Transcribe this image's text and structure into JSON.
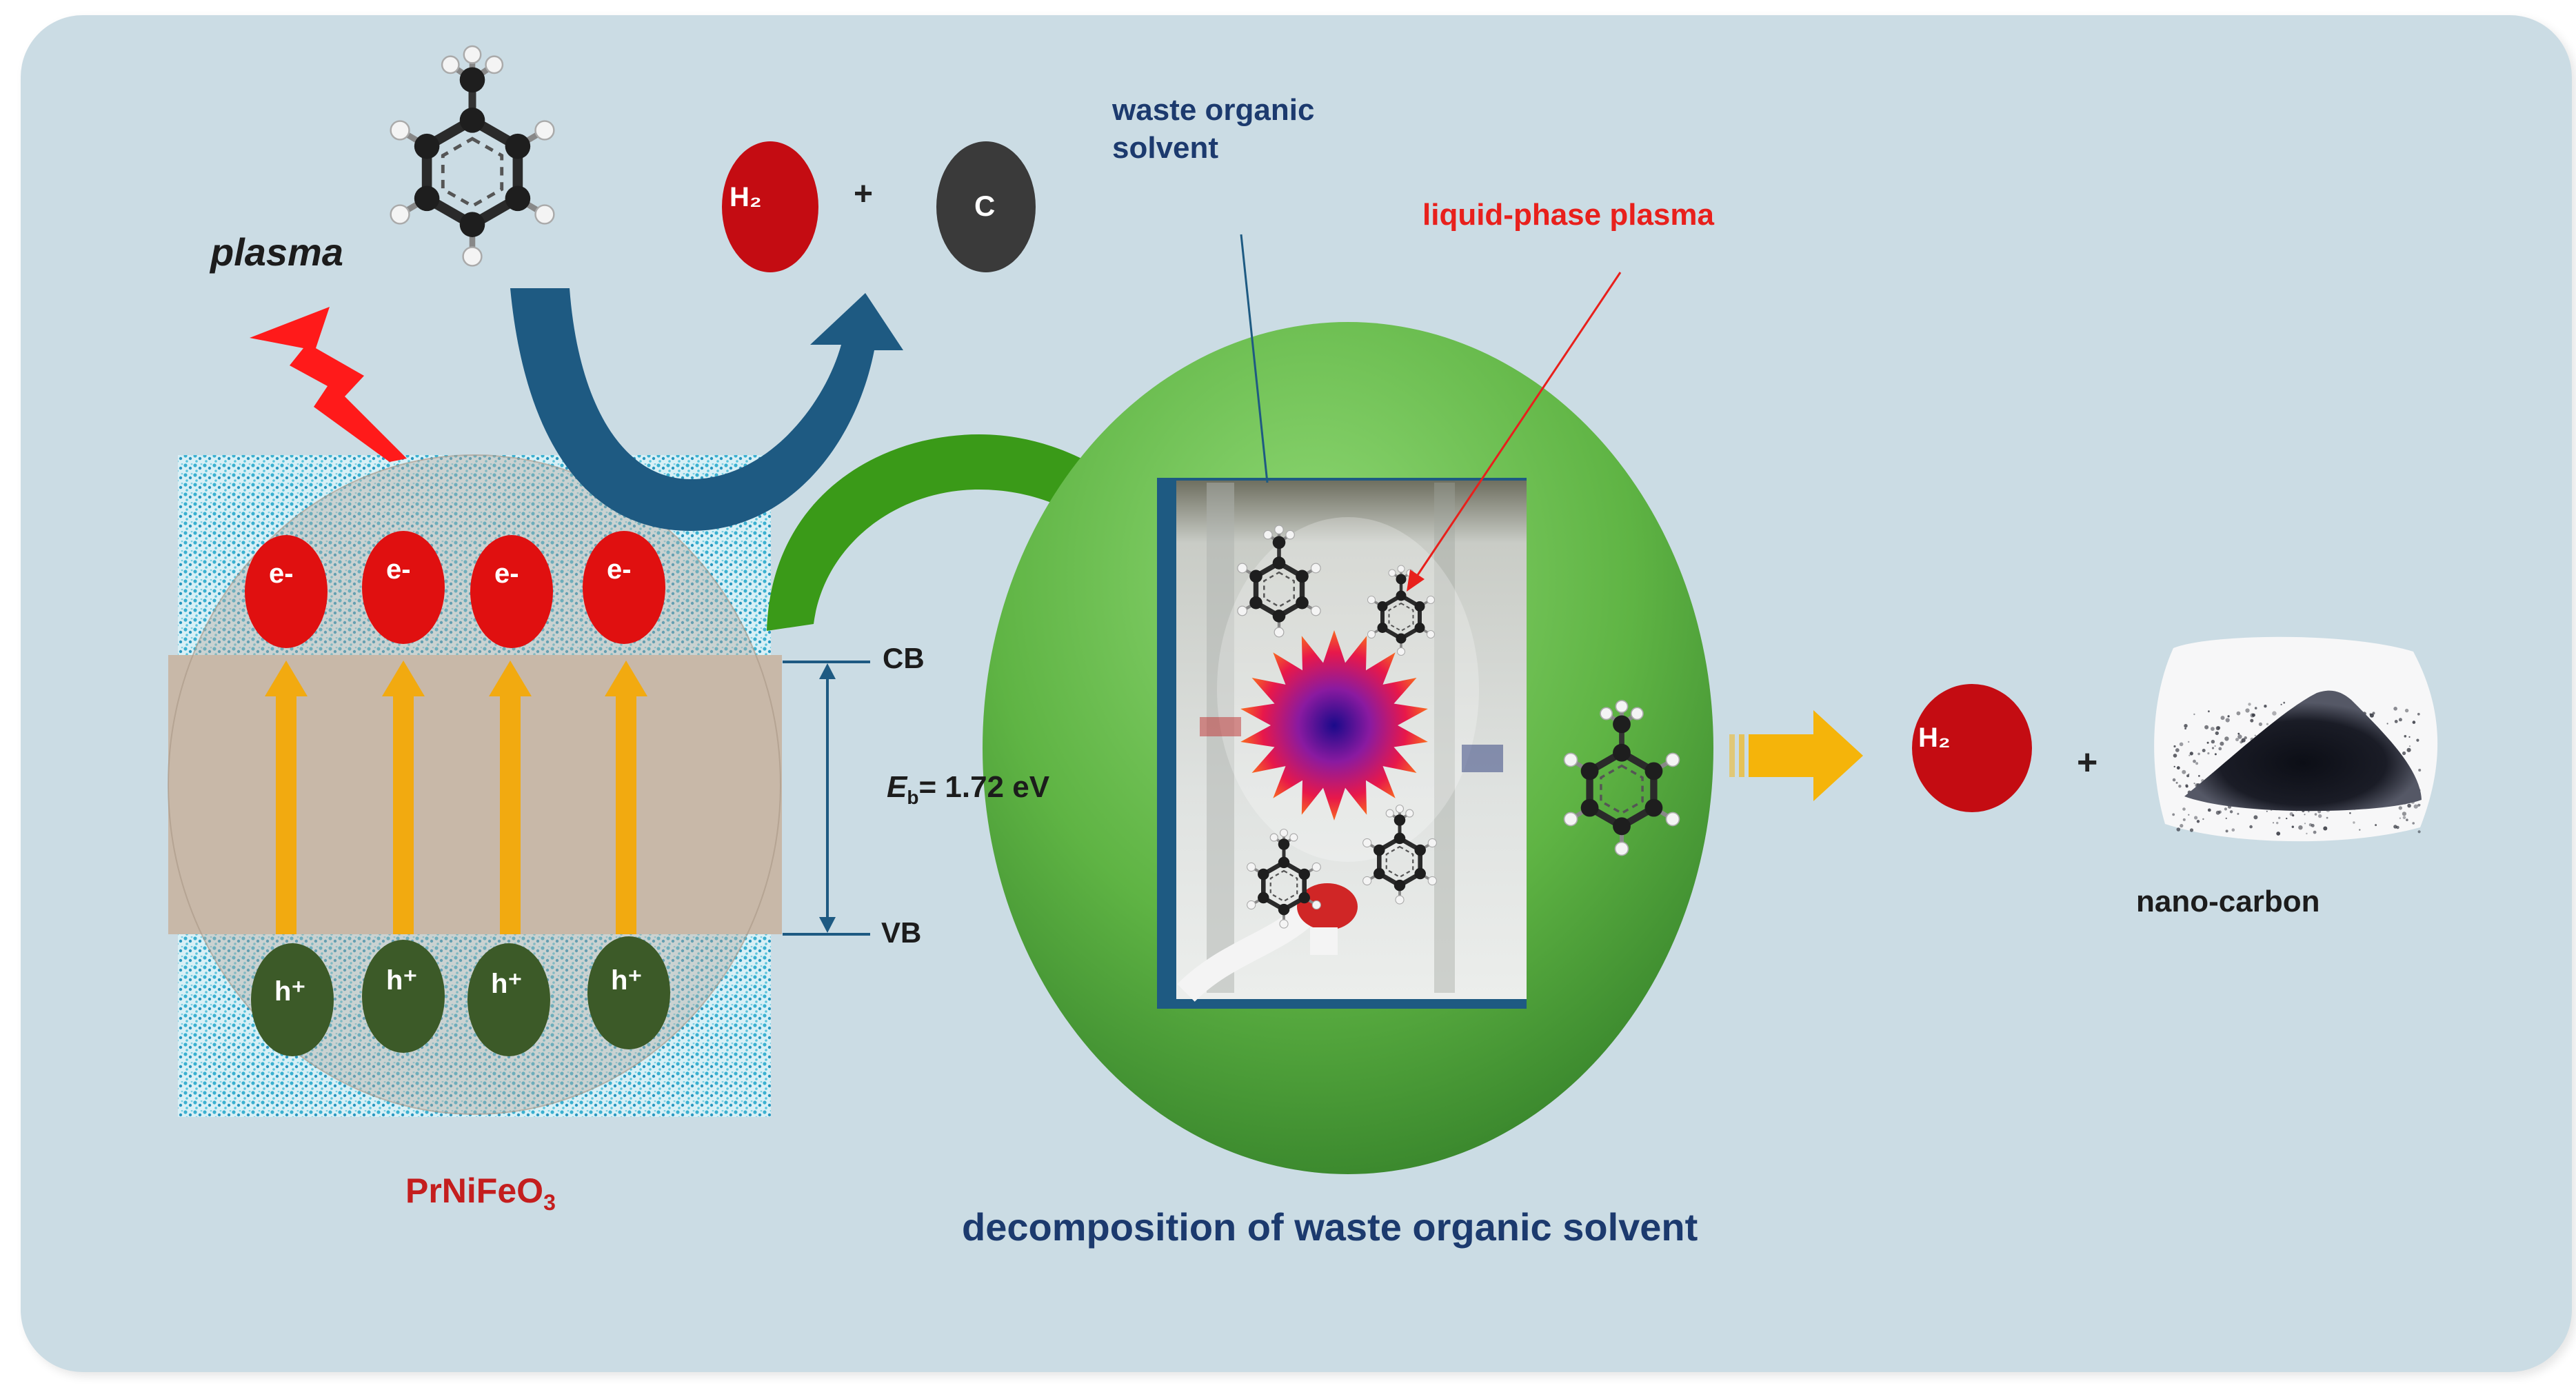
{
  "labels": {
    "plasma": "plasma",
    "h2_top": "H₂",
    "plus_top": "+",
    "carbon": "C",
    "waste_solvent": "waste organic\nsolvent",
    "liquid_plasma": "liquid-phase plasma",
    "cb": "CB",
    "vb": "VB",
    "eb_symbol": "E",
    "eb_sub": "b",
    "eb_value": "= 1.72 eV",
    "electrons": [
      "e-",
      "e-",
      "e-",
      "e-"
    ],
    "holes": [
      "h⁺",
      "h⁺",
      "h⁺",
      "h⁺"
    ],
    "catalyst_main": "PrNiFeO",
    "catalyst_sub": "3",
    "h2_product": "H₂",
    "plus_product": "+",
    "nano_carbon": "nano-carbon",
    "decomposition": "decomposition of waste organic solvent"
  },
  "colors": {
    "background_panel": "#cbdce4",
    "electron": "#e01010",
    "hole": "#3c5a28",
    "excitation_arrow": "#f2aa10",
    "blue_arrow": "#1e5a82",
    "green_arrow": "#3a9a18",
    "reactor_sphere": "#6cc050",
    "h2_molecule": "#c40c12",
    "carbon_particle": "#3a3a3a",
    "lightning": "#ff1a1a",
    "product_arrow": "#f5b40a"
  },
  "icons": {
    "toluene": "toluene-molecule-icon",
    "lightning": "lightning-bolt-icon",
    "plasma_star": "plasma-burst-icon",
    "powder": "nano-carbon-powder-icon"
  }
}
